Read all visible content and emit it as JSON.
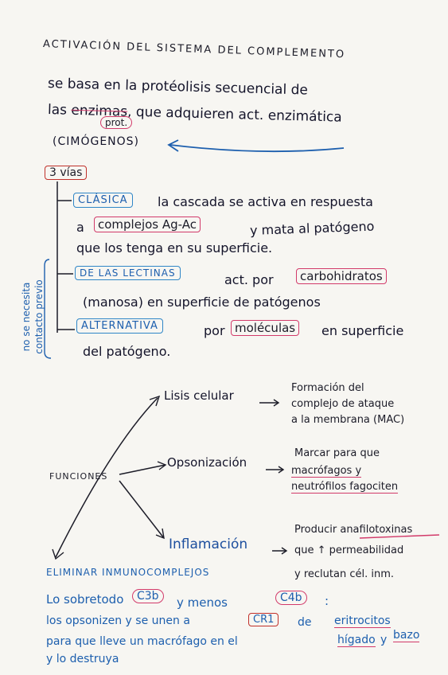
{
  "title": "ACTIVACIÓN DEL SISTEMA DEL COMPLEMENTO",
  "intro": {
    "line1": "se basa en la protéolisis secuencial de",
    "line2_pre": "las",
    "line2_struck": "enzimas",
    "line2_post": ", que adquieren act. enzimática",
    "prot_note": "prot.",
    "line3": "(CIMÓGENOS)"
  },
  "vias": {
    "label": "3 vías",
    "side_note_1": "no se necesita",
    "side_note_2": "contacto previo",
    "clasica": {
      "label": "CLÁSICA",
      "text1": "la cascada se activa en respuesta",
      "text2_pre": "a",
      "text2_box": "complejos Ag-Ac",
      "text2_post": "y mata al patógeno",
      "text3": "que los tenga en su superficie."
    },
    "lectinas": {
      "label": "DE LAS LECTINAS",
      "text1": "act. por",
      "text1_box": "carbohidratos",
      "text2": "(manosa) en superficie de patógenos"
    },
    "alternativa": {
      "label": "ALTERNATIVA",
      "text1": "por",
      "text1_box": "moléculas",
      "text1_post": "en superficie",
      "text2": "del patógeno."
    }
  },
  "funciones": {
    "label": "FUNCIONES",
    "lisis": {
      "label": "Lisis celular",
      "desc1": "Formación del",
      "desc2": "complejo de ataque",
      "desc3": "a la membrana (MAC)"
    },
    "opsonizacion": {
      "label": "Opsonización",
      "desc1": "Marcar para que",
      "desc2": "macrófagos y",
      "desc3": "neutrófilos fagociten"
    },
    "inflamacion": {
      "label": "Inflamación",
      "desc1": "Producir anafilotoxinas",
      "desc2": "que ↑ permeabilidad",
      "desc3": "y reclutan cél. inm."
    },
    "eliminar": "ELIMINAR INMUNOCOMPLEJOS"
  },
  "footer": {
    "l1_pre": "Lo sobretodo",
    "c3b": "C3b",
    "l1_mid": "y menos",
    "c4b": "C4b",
    "l1_post": ":",
    "l2_pre": "los opsonizen y se unen a",
    "cr1": "CR1",
    "l2_mid": "de",
    "l2_post": "eritrocitos",
    "l3_pre": "para que lleve un macrófago en el",
    "higado": "hígado",
    "l3_mid": "y",
    "bazo": "bazo",
    "l4": "y lo destruya"
  },
  "colors": {
    "ink": "#1c1c28",
    "blue": "#1d5fae",
    "pink": "#d23a6a",
    "red": "#c0302a"
  }
}
